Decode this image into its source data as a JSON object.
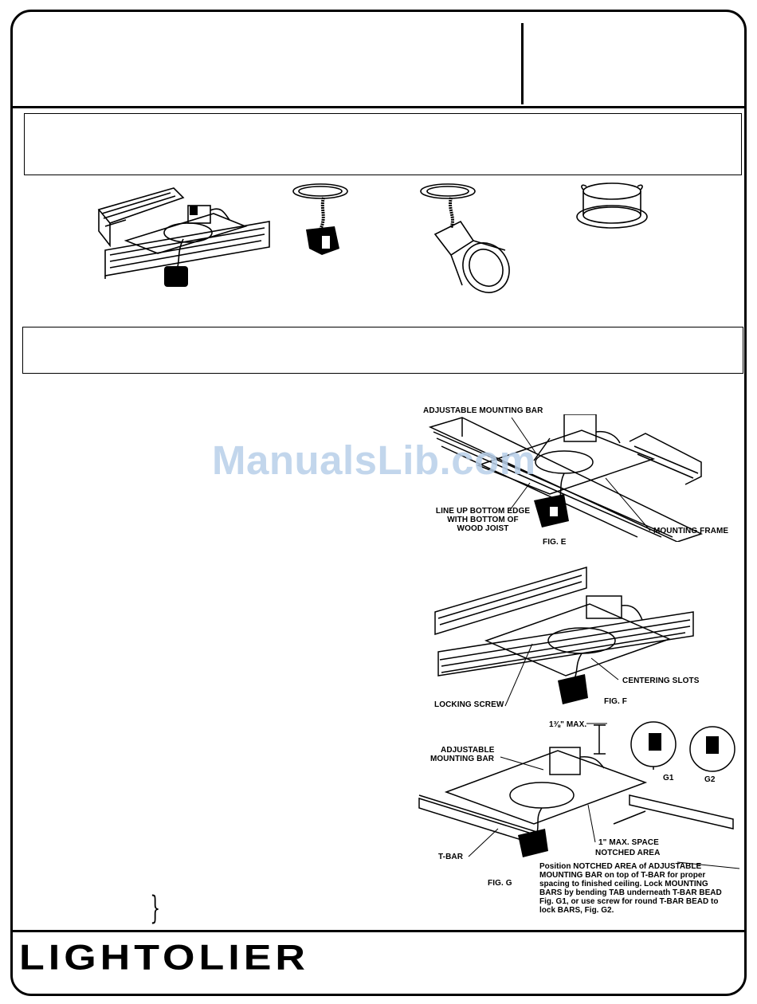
{
  "brand": {
    "logo_text": "LIGHTOLIER"
  },
  "watermark": {
    "text": "ManualsLib.com"
  },
  "product_images": [
    {
      "name": "housing-on-joists-image"
    },
    {
      "name": "socket-with-trim-ring-image"
    },
    {
      "name": "reflector-lamp-image"
    },
    {
      "name": "trim-ring-image"
    }
  ],
  "figures": {
    "fig_e": {
      "caption": "FIG. E",
      "labels": {
        "mounting_bar": "ADJUSTABLE MOUNTING BAR",
        "line_up_1": "LINE UP BOTTOM EDGE",
        "line_up_2": "WITH BOTTOM OF",
        "line_up_3": "WOOD JOIST",
        "mounting_frame": "MOUNTING FRAME"
      }
    },
    "fig_f": {
      "caption": "FIG. F",
      "labels": {
        "centering_slots": "CENTERING SLOTS",
        "locking_screw": "LOCKING SCREW"
      }
    },
    "fig_g": {
      "caption": "FIG. G",
      "labels": {
        "max_height": "1⅜\" MAX.",
        "mounting_bar_1": "ADJUSTABLE",
        "mounting_bar_2": "MOUNTING BAR",
        "g1": "G1",
        "g2": "G2",
        "t_bar": "T-BAR",
        "max_space": "1\" MAX. SPACE",
        "notched_area": "NOTCHED AREA",
        "note_1": "Position NOTCHED AREA of ADJUSTABLE",
        "note_2": "MOUNTING BAR on top of T-BAR for proper",
        "note_3": "spacing to finished ceiling. Lock MOUNTING",
        "note_4": "BARS by bending TAB underneath T-BAR BEAD",
        "note_5": "Fig. G1, or use screw for round T-BAR BEAD to",
        "note_6": "lock BARS, Fig. G2."
      }
    }
  }
}
